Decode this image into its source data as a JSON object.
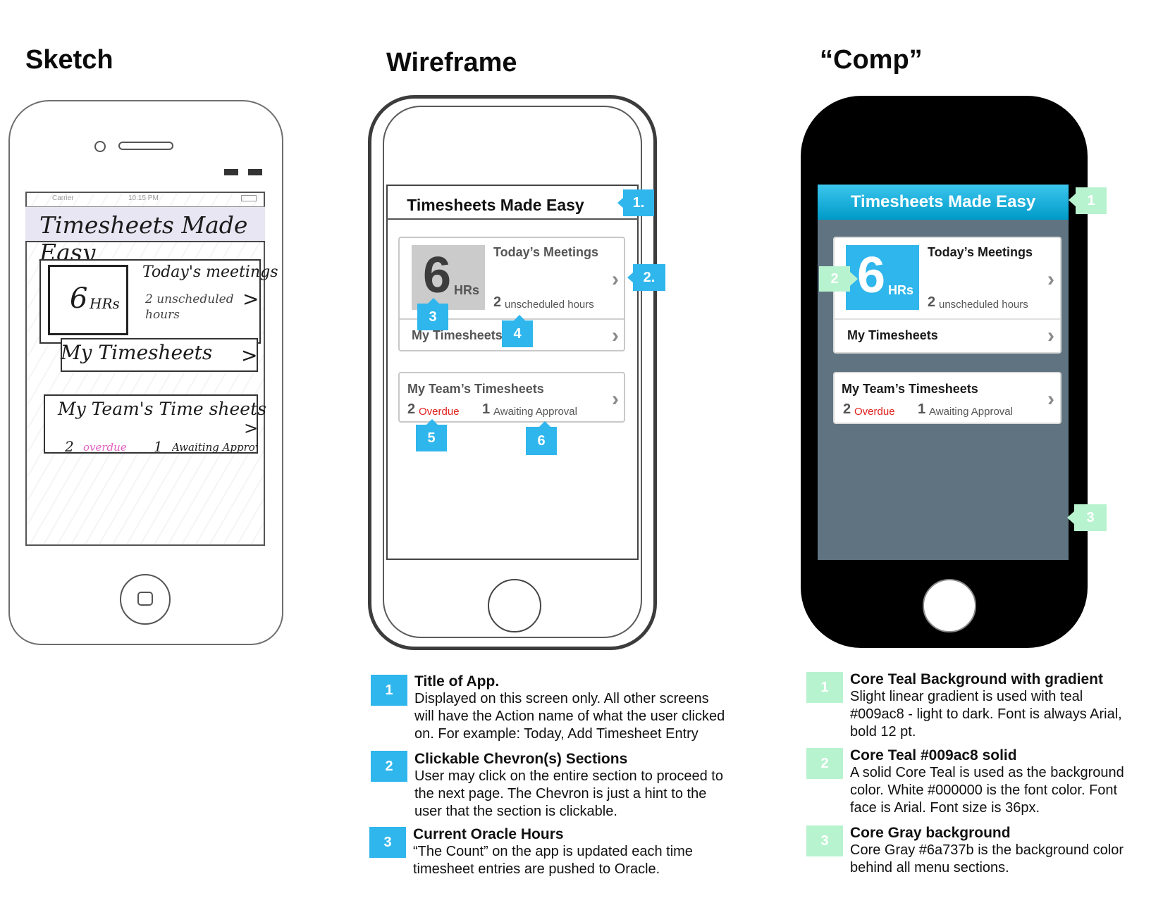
{
  "headings": {
    "sketch": "Sketch",
    "wireframe": "Wireframe",
    "comp": "“Comp”"
  },
  "sketch": {
    "carrier": "Carrier",
    "time": "10:15 PM",
    "title": "Timesheets Made Easy",
    "hours": "6",
    "hours_unit": "HRs",
    "meetings": "Today's meetings",
    "unscheduled": "2 unscheduled hours",
    "my_timesheets": "My Timesheets",
    "team_timesheets": "My Team's Time sheets",
    "overdue_count": "2",
    "overdue": "overdue",
    "awaiting_count": "1",
    "awaiting": "Awaiting Approval"
  },
  "wireframe": {
    "title": "Timesheets Made Easy",
    "hours": "6",
    "hours_unit": "HRs",
    "meetings": "Today’s Meetings",
    "unscheduled_count": "2",
    "unscheduled": "unscheduled hours",
    "my_timesheets": "My Timesheets",
    "team_timesheets": "My Team’s Timesheets",
    "overdue_count": "2",
    "overdue": "Overdue",
    "awaiting_count": "1",
    "awaiting": "Awaiting Approval",
    "badges": [
      "1.",
      "2.",
      "3",
      "4",
      "5",
      "6"
    ]
  },
  "comp": {
    "title": "Timesheets Made Easy",
    "hours": "6",
    "hours_unit": "HRs",
    "meetings": "Today’s Meetings",
    "unscheduled_count": "2",
    "unscheduled": "unscheduled hours",
    "my_timesheets": "My Timesheets",
    "team_timesheets": "My Team’s Timesheets",
    "overdue_count": "2",
    "overdue": "Overdue",
    "awaiting_count": "1",
    "awaiting": "Awaiting Approval",
    "badges": [
      "1",
      "2",
      "3"
    ]
  },
  "wireframe_notes": [
    {
      "num": "1",
      "title": "Title of App.",
      "lines": [
        "Displayed on this screen only.  All other screens",
        "will have the Action name of what the user clicked",
        "on.  For example:  Today, Add Timesheet Entry"
      ]
    },
    {
      "num": "2",
      "title": "Clickable Chevron(s) Sections",
      "lines": [
        "User may click on the entire section to proceed to",
        "the next page.  The Chevron is just a hint to the",
        "user that the section is clickable."
      ]
    },
    {
      "num": "3",
      "title": "Current Oracle Hours",
      "lines": [
        "“The Count” on the app is updated each time",
        "timesheet entries are pushed to Oracle."
      ]
    }
  ],
  "comp_notes": [
    {
      "num": "1",
      "title": "Core Teal Background with gradient",
      "lines": [
        "Slight linear gradient is used with teal",
        "#009ac8 - light to dark. Font is always Arial,",
        "bold 12 pt."
      ]
    },
    {
      "num": "2",
      "title": "Core Teal #009ac8 solid",
      "lines": [
        "A solid Core Teal is used as the background",
        "color.  White #000000 is the font color.  Font",
        "face is Arial. Font size is 36px."
      ]
    },
    {
      "num": "3",
      "title": "Core Gray background",
      "lines": [
        "Core Gray #6a737b is the background color",
        "behind all menu sections."
      ]
    }
  ],
  "colors": {
    "teal": "#009ac8",
    "core_gray": "#6a737b",
    "badge_blue": "#2fb6ec",
    "badge_green": "#b8f3d0",
    "overdue_red": "#e0201b"
  }
}
